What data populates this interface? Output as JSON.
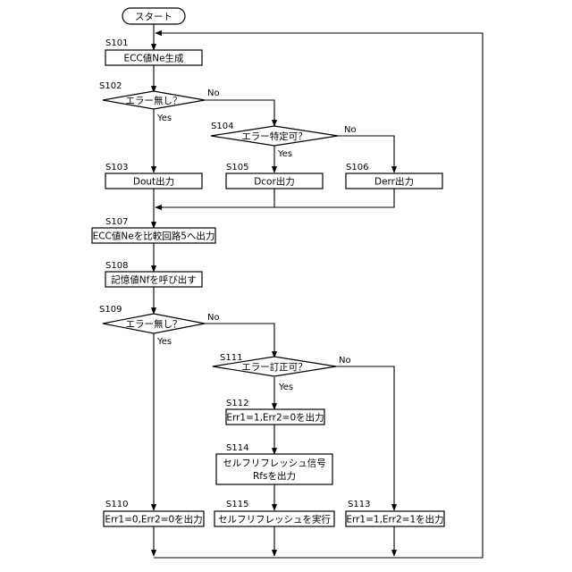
{
  "start": "スタート",
  "steps": {
    "s101": {
      "id": "S101",
      "text": "ECC値Ne生成"
    },
    "s102": {
      "id": "S102",
      "text": "エラー無し？"
    },
    "s103": {
      "id": "S103",
      "text": "Dout出力"
    },
    "s104": {
      "id": "S104",
      "text": "エラー特定可？"
    },
    "s105": {
      "id": "S105",
      "text": "Dcor出力"
    },
    "s106": {
      "id": "S106",
      "text": "Derr出力"
    },
    "s107": {
      "id": "S107",
      "text": "ECC値Neを比較回路5へ出力"
    },
    "s108": {
      "id": "S108",
      "text": "記憶値Nfを呼び出す"
    },
    "s109": {
      "id": "S109",
      "text": "エラー無し？"
    },
    "s110": {
      "id": "S110",
      "text": "Err1=0,Err2=0を出力"
    },
    "s111": {
      "id": "S111",
      "text": "エラー訂正可？"
    },
    "s112": {
      "id": "S112",
      "text": "Err1=1,Err2=0を出力"
    },
    "s113": {
      "id": "S113",
      "text": "Err1=1,Err2=1を出力"
    },
    "s114": {
      "id": "S114",
      "line1": "セルフリフレッシュ信号",
      "line2": "Rfsを出力"
    },
    "s115": {
      "id": "S115",
      "text": "セルフリフレッシュを実行"
    }
  },
  "branch": {
    "yes": "Yes",
    "no": "No"
  }
}
